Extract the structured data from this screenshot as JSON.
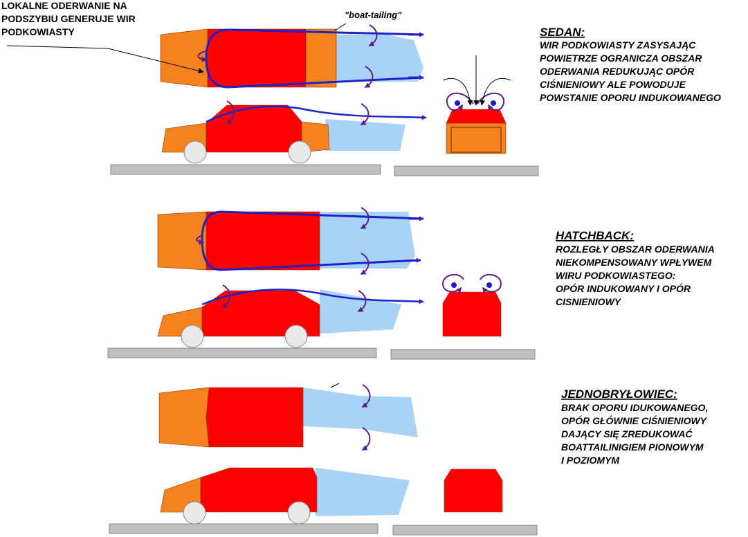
{
  "colors": {
    "front": "#f5821f",
    "cabin": "#ff0000",
    "wake": "#a9d2f7",
    "ground": "#bfbfbf",
    "wheel": "#e8e8e8",
    "flow": "#1c23c8",
    "vortex": "#5a1e8c",
    "dot": "#1a1ad0"
  },
  "annotation": {
    "lines": [
      "LOKALNE ODERWANIE NA",
      "PODSZYBIU GENERUJE WIR",
      "PODKOWIASTY"
    ]
  },
  "boat_tailing_label": "\"boat-tailing\"",
  "sections": [
    {
      "heading": "SEDAN:",
      "lines": [
        "WIR PODKOWIASTY ZASYSAJĄC",
        " POWIETRZE OGRANICZA OBSZAR",
        "ODERWANIA REDUKUJĄC OPÓR",
        "CIŚNIENIOWY ALE POWODUJE",
        "POWSTANIE OPORU INDUKOWANEGO"
      ]
    },
    {
      "heading": "HATCHBACK",
      "heading_suffix": ":",
      "lines": [
        "ROZLEGŁY OBSZAR ODERWANIA",
        "NIEKOMPENSOWANY WPŁYWEM",
        "WIRU PODKOWIASTEGO:",
        "OPÓR INDUKOWANY I OPÓR",
        "CISNIENIOWY"
      ]
    },
    {
      "heading": "JEDNOBRYŁOWIEC:",
      "lines": [
        "BRAK OPORU IDUKOWANEGO,",
        "OPÓR GŁÓWNIE CIŚNIENIOWY",
        "DAJĄCY SIĘ  ZREDUKOWAĆ",
        "BOATTAILINIGIEM PIONOWYM",
        "I POZIOMYM"
      ]
    }
  ]
}
